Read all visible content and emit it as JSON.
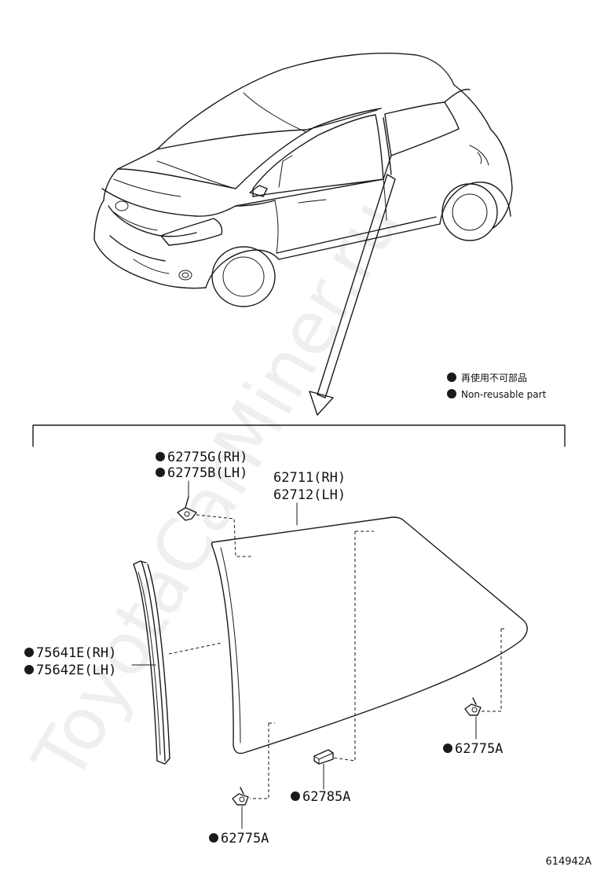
{
  "legend": {
    "marker_color": "#1a1a1a",
    "jp_text": "再使用不可部品",
    "en_text": "Non-reusable part"
  },
  "parts": {
    "clip_upper_rh": "62775G(RH)",
    "clip_upper_lh": "62775B(LH)",
    "glass_rh": "62711(RH)",
    "glass_lh": "62712(LH)",
    "molding_rh": "75641E(RH)",
    "molding_lh": "75642E(LH)",
    "clip_right": "62775A",
    "spacer": "62785A",
    "clip_bottom": "62775A"
  },
  "watermark": "ToyotaCarMiner.ru",
  "figure_number": "614942A"
}
